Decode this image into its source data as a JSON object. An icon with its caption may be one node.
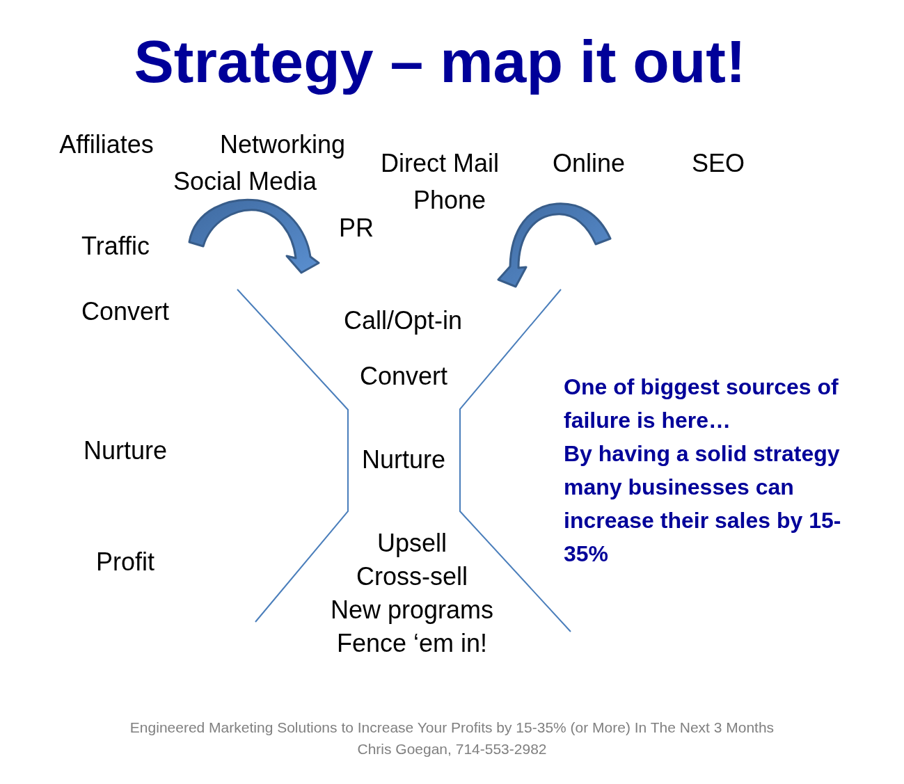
{
  "diagram": {
    "title": "Strategy – map it out!",
    "labels": [
      "Affiliates",
      "Networking",
      "Social Media",
      "Direct Mail",
      "Online",
      "SEO",
      "Phone",
      "PR",
      "Traffic",
      "Convert",
      "Call/Opt-in",
      "Convert",
      "One of biggest sources of failure is here…",
      "By having a solid strategy many businesses can increase their sales by 15-35%",
      "Nurture",
      "Nurture",
      "Profit",
      "Upsell",
      "Cross-sell",
      "New programs",
      "Fence ‘em in!",
      "Engineered Marketing Solutions to Increase Your Profits by 15-35% (or More) In The Next 3 Months",
      "Chris Goegan, 714-553-2982"
    ]
  }
}
